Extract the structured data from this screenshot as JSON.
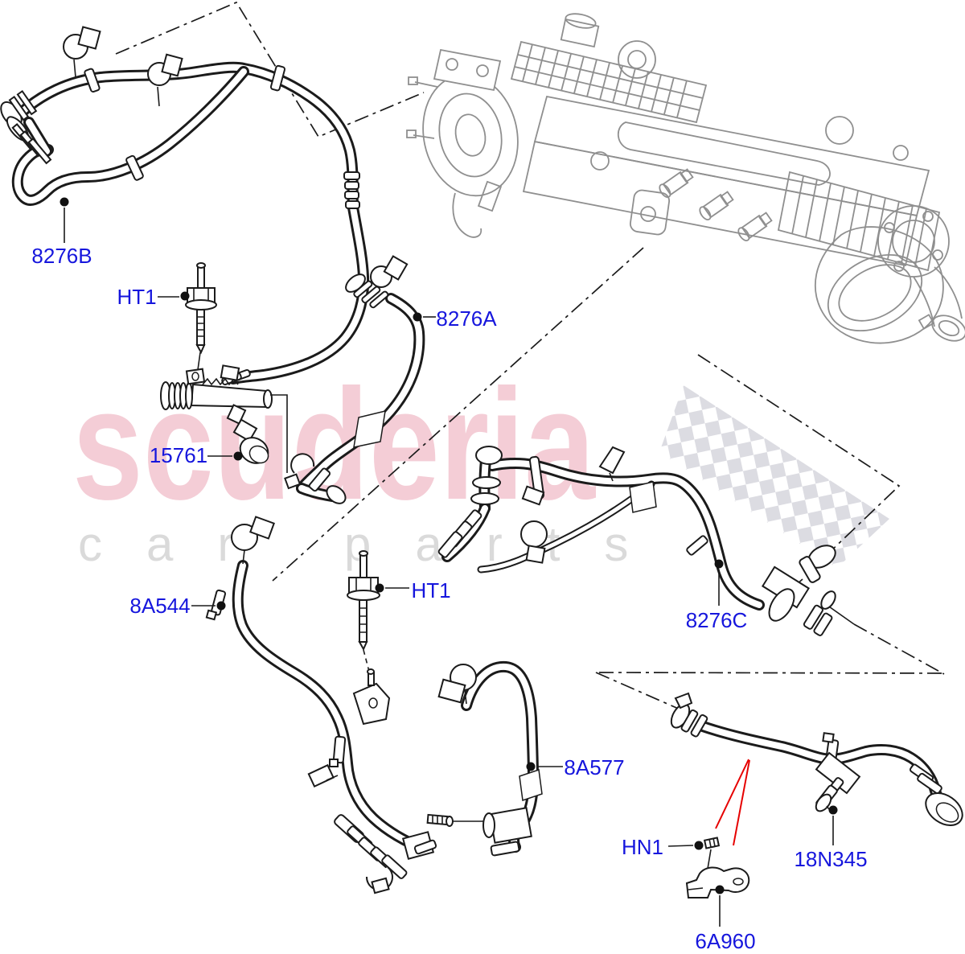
{
  "watermark": {
    "brand": "scuderia",
    "tagline_word1": "car",
    "tagline_word2": "parts"
  },
  "callouts": [
    {
      "id": "8276B",
      "label": "8276B"
    },
    {
      "id": "HT1-top",
      "label": "HT1"
    },
    {
      "id": "15761",
      "label": "15761"
    },
    {
      "id": "8276A",
      "label": "8276A"
    },
    {
      "id": "8A544",
      "label": "8A544"
    },
    {
      "id": "HT1-mid",
      "label": "HT1"
    },
    {
      "id": "8276C",
      "label": "8276C"
    },
    {
      "id": "8A577",
      "label": "8A577"
    },
    {
      "id": "HN1",
      "label": "HN1"
    },
    {
      "id": "18N345",
      "label": "18N345"
    },
    {
      "id": "6A960",
      "label": "6A960"
    }
  ],
  "colors": {
    "label_blue": "#1616dd",
    "line_black": "#1b1b1b",
    "engine_gray": "#8f8f8f",
    "watermark_pink": "#f4cdd6",
    "watermark_gray": "#dadada",
    "checker_gray": "#dcdce2",
    "arrow_red": "#e60000",
    "background": "#ffffff"
  }
}
